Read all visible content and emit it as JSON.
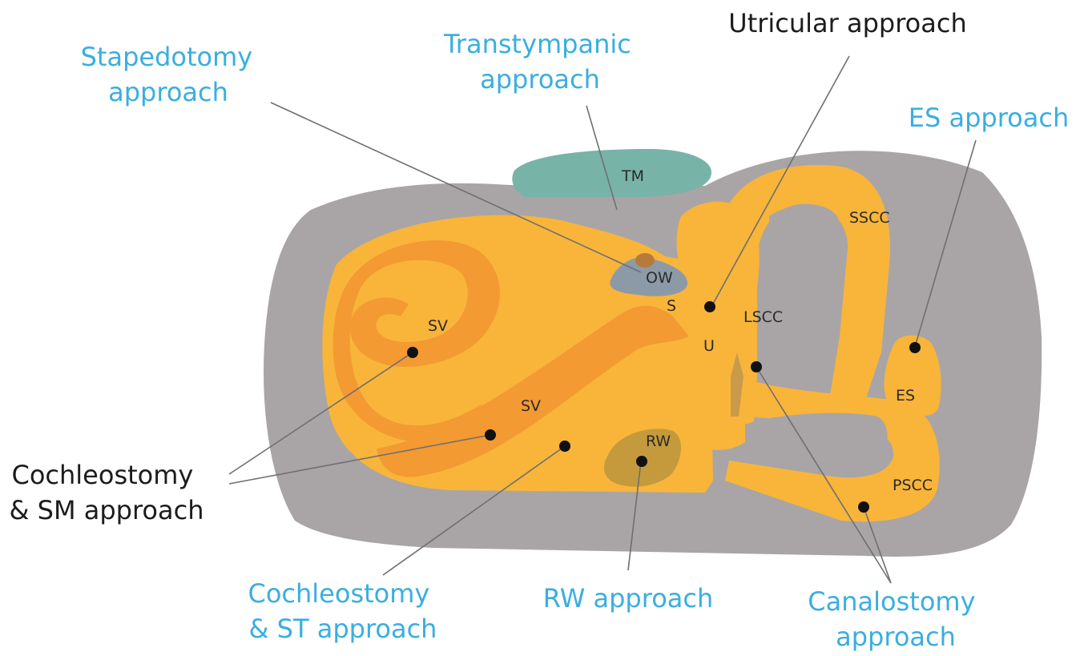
{
  "approach_labels": {
    "stapedotomy": [
      "Stapedotomy",
      "approach"
    ],
    "transtympanic": [
      "Transtympanic",
      "approach"
    ],
    "utricular": [
      "Utricular approach"
    ],
    "es": [
      "ES approach"
    ],
    "cochleostomy_sm": [
      "Cochleostomy",
      "& SM approach"
    ],
    "cochleostomy_st": [
      "Cochleostomy",
      "& ST approach"
    ],
    "rw": [
      "RW approach"
    ],
    "canalostomy": [
      "Canalostomy",
      "approach"
    ]
  },
  "structure_labels": {
    "tm": "TM",
    "ow": "OW",
    "s": "S",
    "u": "U",
    "lscc": "LSCC",
    "sscc": "SSCC",
    "sv_upper": "SV",
    "sv_lower": "SV",
    "rw": "RW",
    "es": "ES",
    "pscc": "PSCC"
  },
  "colors": {
    "bone": "#a9a5a6",
    "membrane_tm": "#78b3a7",
    "labyrinth": "#f8b53a",
    "scala_vestibuli": "#f39a33",
    "round_window": "#c49a3c",
    "oval_window": "#8c9aa8",
    "label_blue": "#3aaee0",
    "label_dark": "#1c1c1c"
  }
}
